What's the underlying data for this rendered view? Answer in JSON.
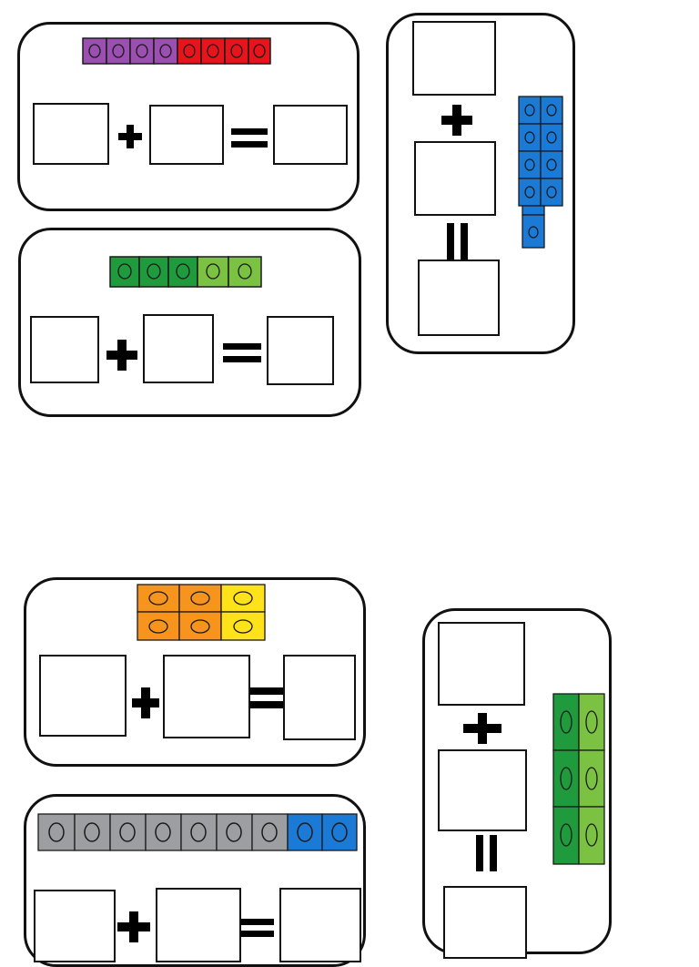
{
  "colors": {
    "purple": "#9b4fb0",
    "red": "#e8141c",
    "dark_green": "#1f9a3c",
    "light_green": "#7bc142",
    "blue": "#1a7ad6",
    "orange": "#f7941d",
    "yellow": "#ffe21a",
    "gray": "#9d9ea1",
    "outline": "#1a1a1a"
  },
  "cards": [
    {
      "id": "card-1",
      "layout": "horizontal",
      "cubes": {
        "orientation": "row",
        "groups": [
          {
            "color": "purple",
            "count": 4
          },
          {
            "color": "red",
            "count": 4
          }
        ]
      }
    },
    {
      "id": "card-2",
      "layout": "horizontal",
      "cubes": {
        "orientation": "row",
        "groups": [
          {
            "color": "dark_green",
            "count": 3
          },
          {
            "color": "light_green",
            "count": 2
          }
        ]
      }
    },
    {
      "id": "card-3",
      "layout": "vertical",
      "cubes": {
        "orientation": "grid",
        "columns": 2,
        "groups": [
          {
            "color": "blue",
            "count": 9
          }
        ]
      }
    },
    {
      "id": "card-4",
      "layout": "horizontal",
      "cubes": {
        "orientation": "grid",
        "columns": 3,
        "groups": [
          {
            "color": "orange",
            "count": 4
          },
          {
            "color": "yellow",
            "count": 2
          }
        ]
      }
    },
    {
      "id": "card-5",
      "layout": "vertical",
      "cubes": {
        "orientation": "grid",
        "columns": 2,
        "groups": [
          {
            "color": "dark_green",
            "count": 3
          },
          {
            "color": "light_green",
            "count": 3
          }
        ]
      }
    },
    {
      "id": "card-6",
      "layout": "horizontal",
      "cubes": {
        "orientation": "row",
        "groups": [
          {
            "color": "gray",
            "count": 7
          },
          {
            "color": "blue",
            "count": 2
          }
        ]
      }
    }
  ],
  "icons": [
    "plus-icon",
    "equals-icon",
    "cube-icon"
  ]
}
